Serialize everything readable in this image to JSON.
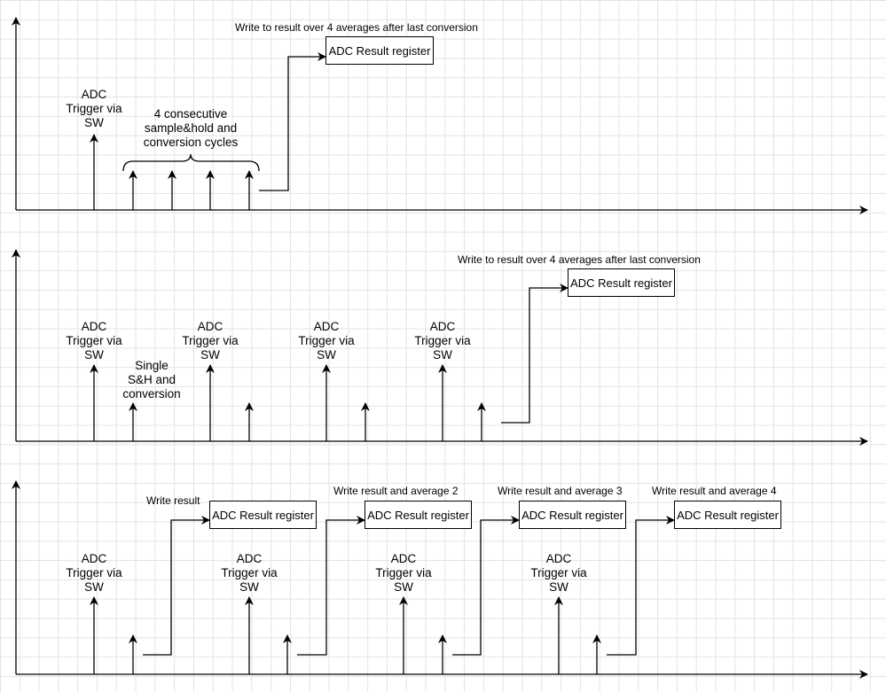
{
  "diagram1": {
    "trigger_label": "ADC\nTrigger via\nSW",
    "brace_label": "4 consecutive\nsample&hold and\nconversion cycles",
    "write_note": "Write to result over 4 averages after last conversion",
    "result_box": "ADC Result register"
  },
  "diagram2": {
    "trigger_label": "ADC\nTrigger via\nSW",
    "conversion_label": "Single\nS&H and\nconversion",
    "write_note": "Write to result over 4 averages after last conversion",
    "result_box": "ADC Result register"
  },
  "diagram3": {
    "trigger_label": "ADC\nTrigger via\nSW",
    "notes": [
      "Write result",
      "Write result and average 2",
      "Write result and average 3",
      "Write result and average 4"
    ],
    "result_box": "ADC Result register"
  }
}
